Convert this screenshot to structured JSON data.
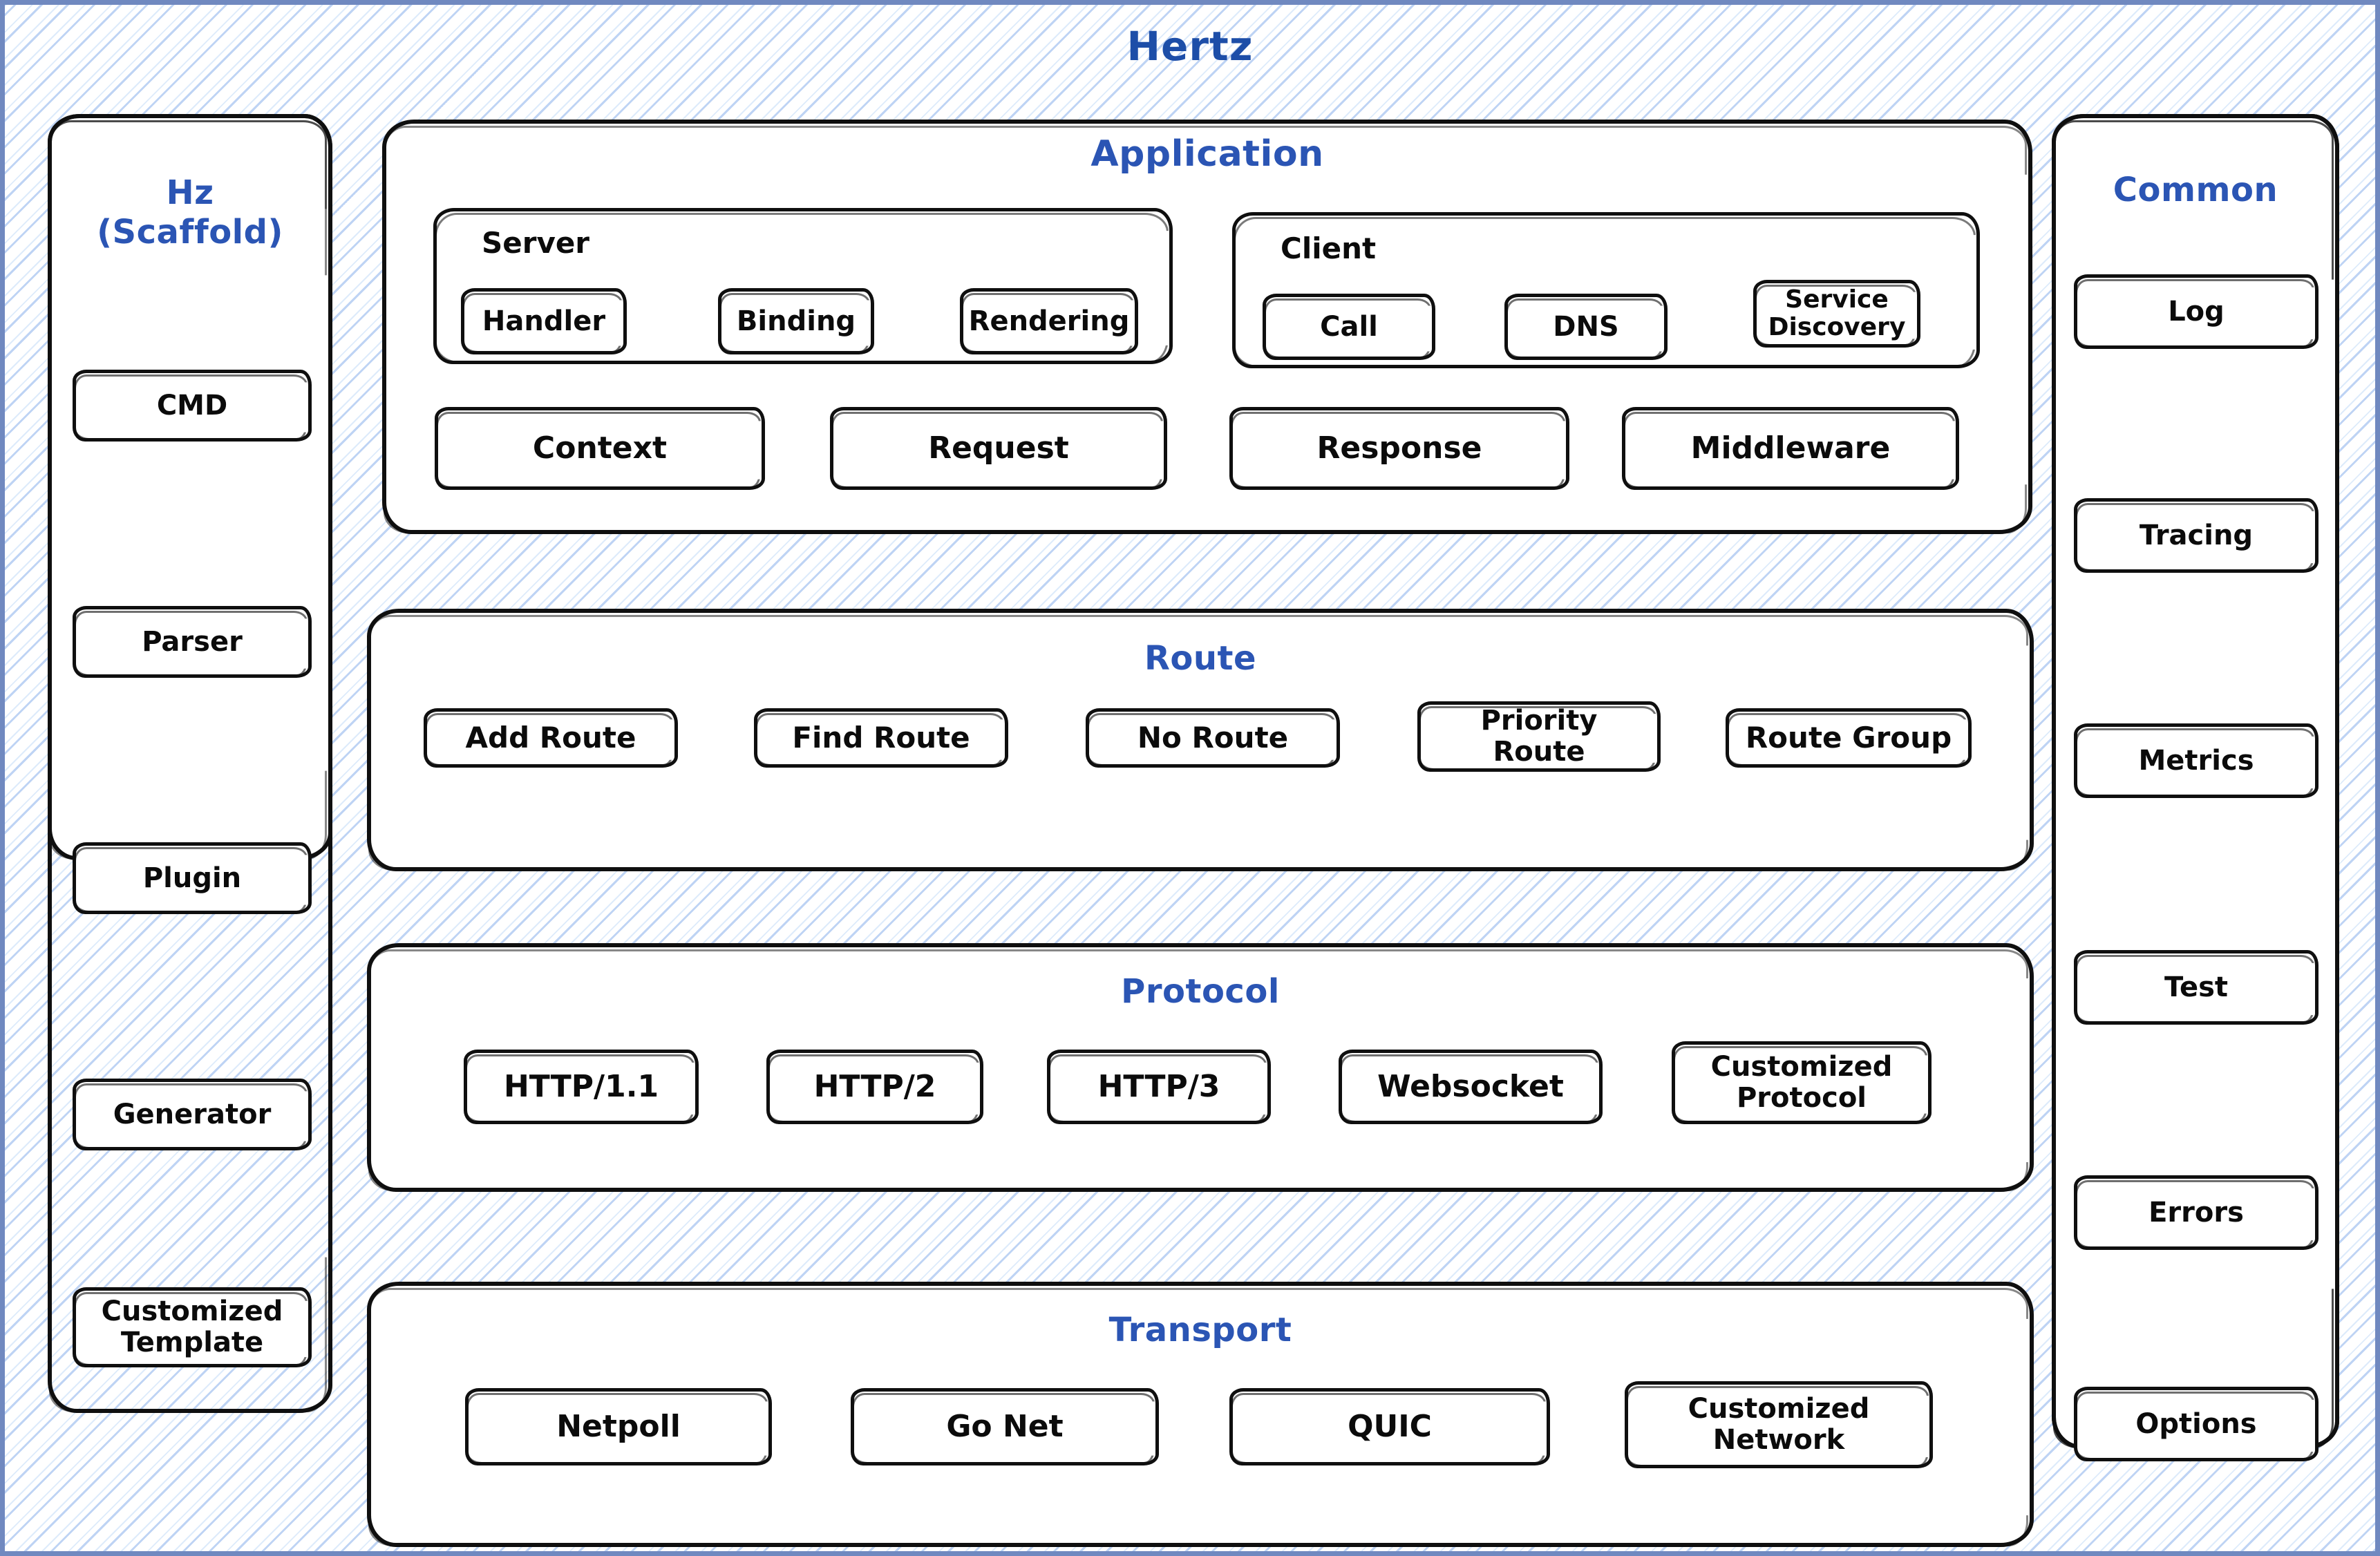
{
  "diagram": {
    "title": "Hertz",
    "title_color": "#1d4ea8",
    "accent_color": "#2b55b4",
    "stroke_color": "#0f0f0f",
    "background_color": "#ffffff",
    "hatch_color": "#bad1f3",
    "frame_border_color": "#7089c0"
  },
  "scaffold": {
    "title": "Hz\n(Scaffold)",
    "items": [
      {
        "label": "CMD"
      },
      {
        "label": "Parser"
      },
      {
        "label": "Plugin"
      },
      {
        "label": "Generator"
      },
      {
        "label": "Customized\nTemplate"
      }
    ]
  },
  "application": {
    "title": "Application",
    "server": {
      "label": "Server",
      "items": [
        {
          "label": "Handler"
        },
        {
          "label": "Binding"
        },
        {
          "label": "Rendering"
        }
      ]
    },
    "client": {
      "label": "Client",
      "items": [
        {
          "label": "Call"
        },
        {
          "label": "DNS"
        },
        {
          "label": "Service\nDiscovery"
        }
      ]
    },
    "items": [
      {
        "label": "Context"
      },
      {
        "label": "Request"
      },
      {
        "label": "Response"
      },
      {
        "label": "Middleware"
      }
    ]
  },
  "route": {
    "title": "Route",
    "items": [
      {
        "label": "Add Route"
      },
      {
        "label": "Find Route"
      },
      {
        "label": "No Route"
      },
      {
        "label": "Priority\nRoute"
      },
      {
        "label": "Route Group"
      }
    ]
  },
  "protocol": {
    "title": "Protocol",
    "items": [
      {
        "label": "HTTP/1.1"
      },
      {
        "label": "HTTP/2"
      },
      {
        "label": "HTTP/3"
      },
      {
        "label": "Websocket"
      },
      {
        "label": "Customized\nProtocol"
      }
    ]
  },
  "transport": {
    "title": "Transport",
    "items": [
      {
        "label": "Netpoll"
      },
      {
        "label": "Go Net"
      },
      {
        "label": "QUIC"
      },
      {
        "label": "Customized\nNetwork"
      }
    ]
  },
  "common": {
    "title": "Common",
    "items": [
      {
        "label": "Log"
      },
      {
        "label": "Tracing"
      },
      {
        "label": "Metrics"
      },
      {
        "label": "Test"
      },
      {
        "label": "Errors"
      },
      {
        "label": "Options"
      }
    ]
  }
}
